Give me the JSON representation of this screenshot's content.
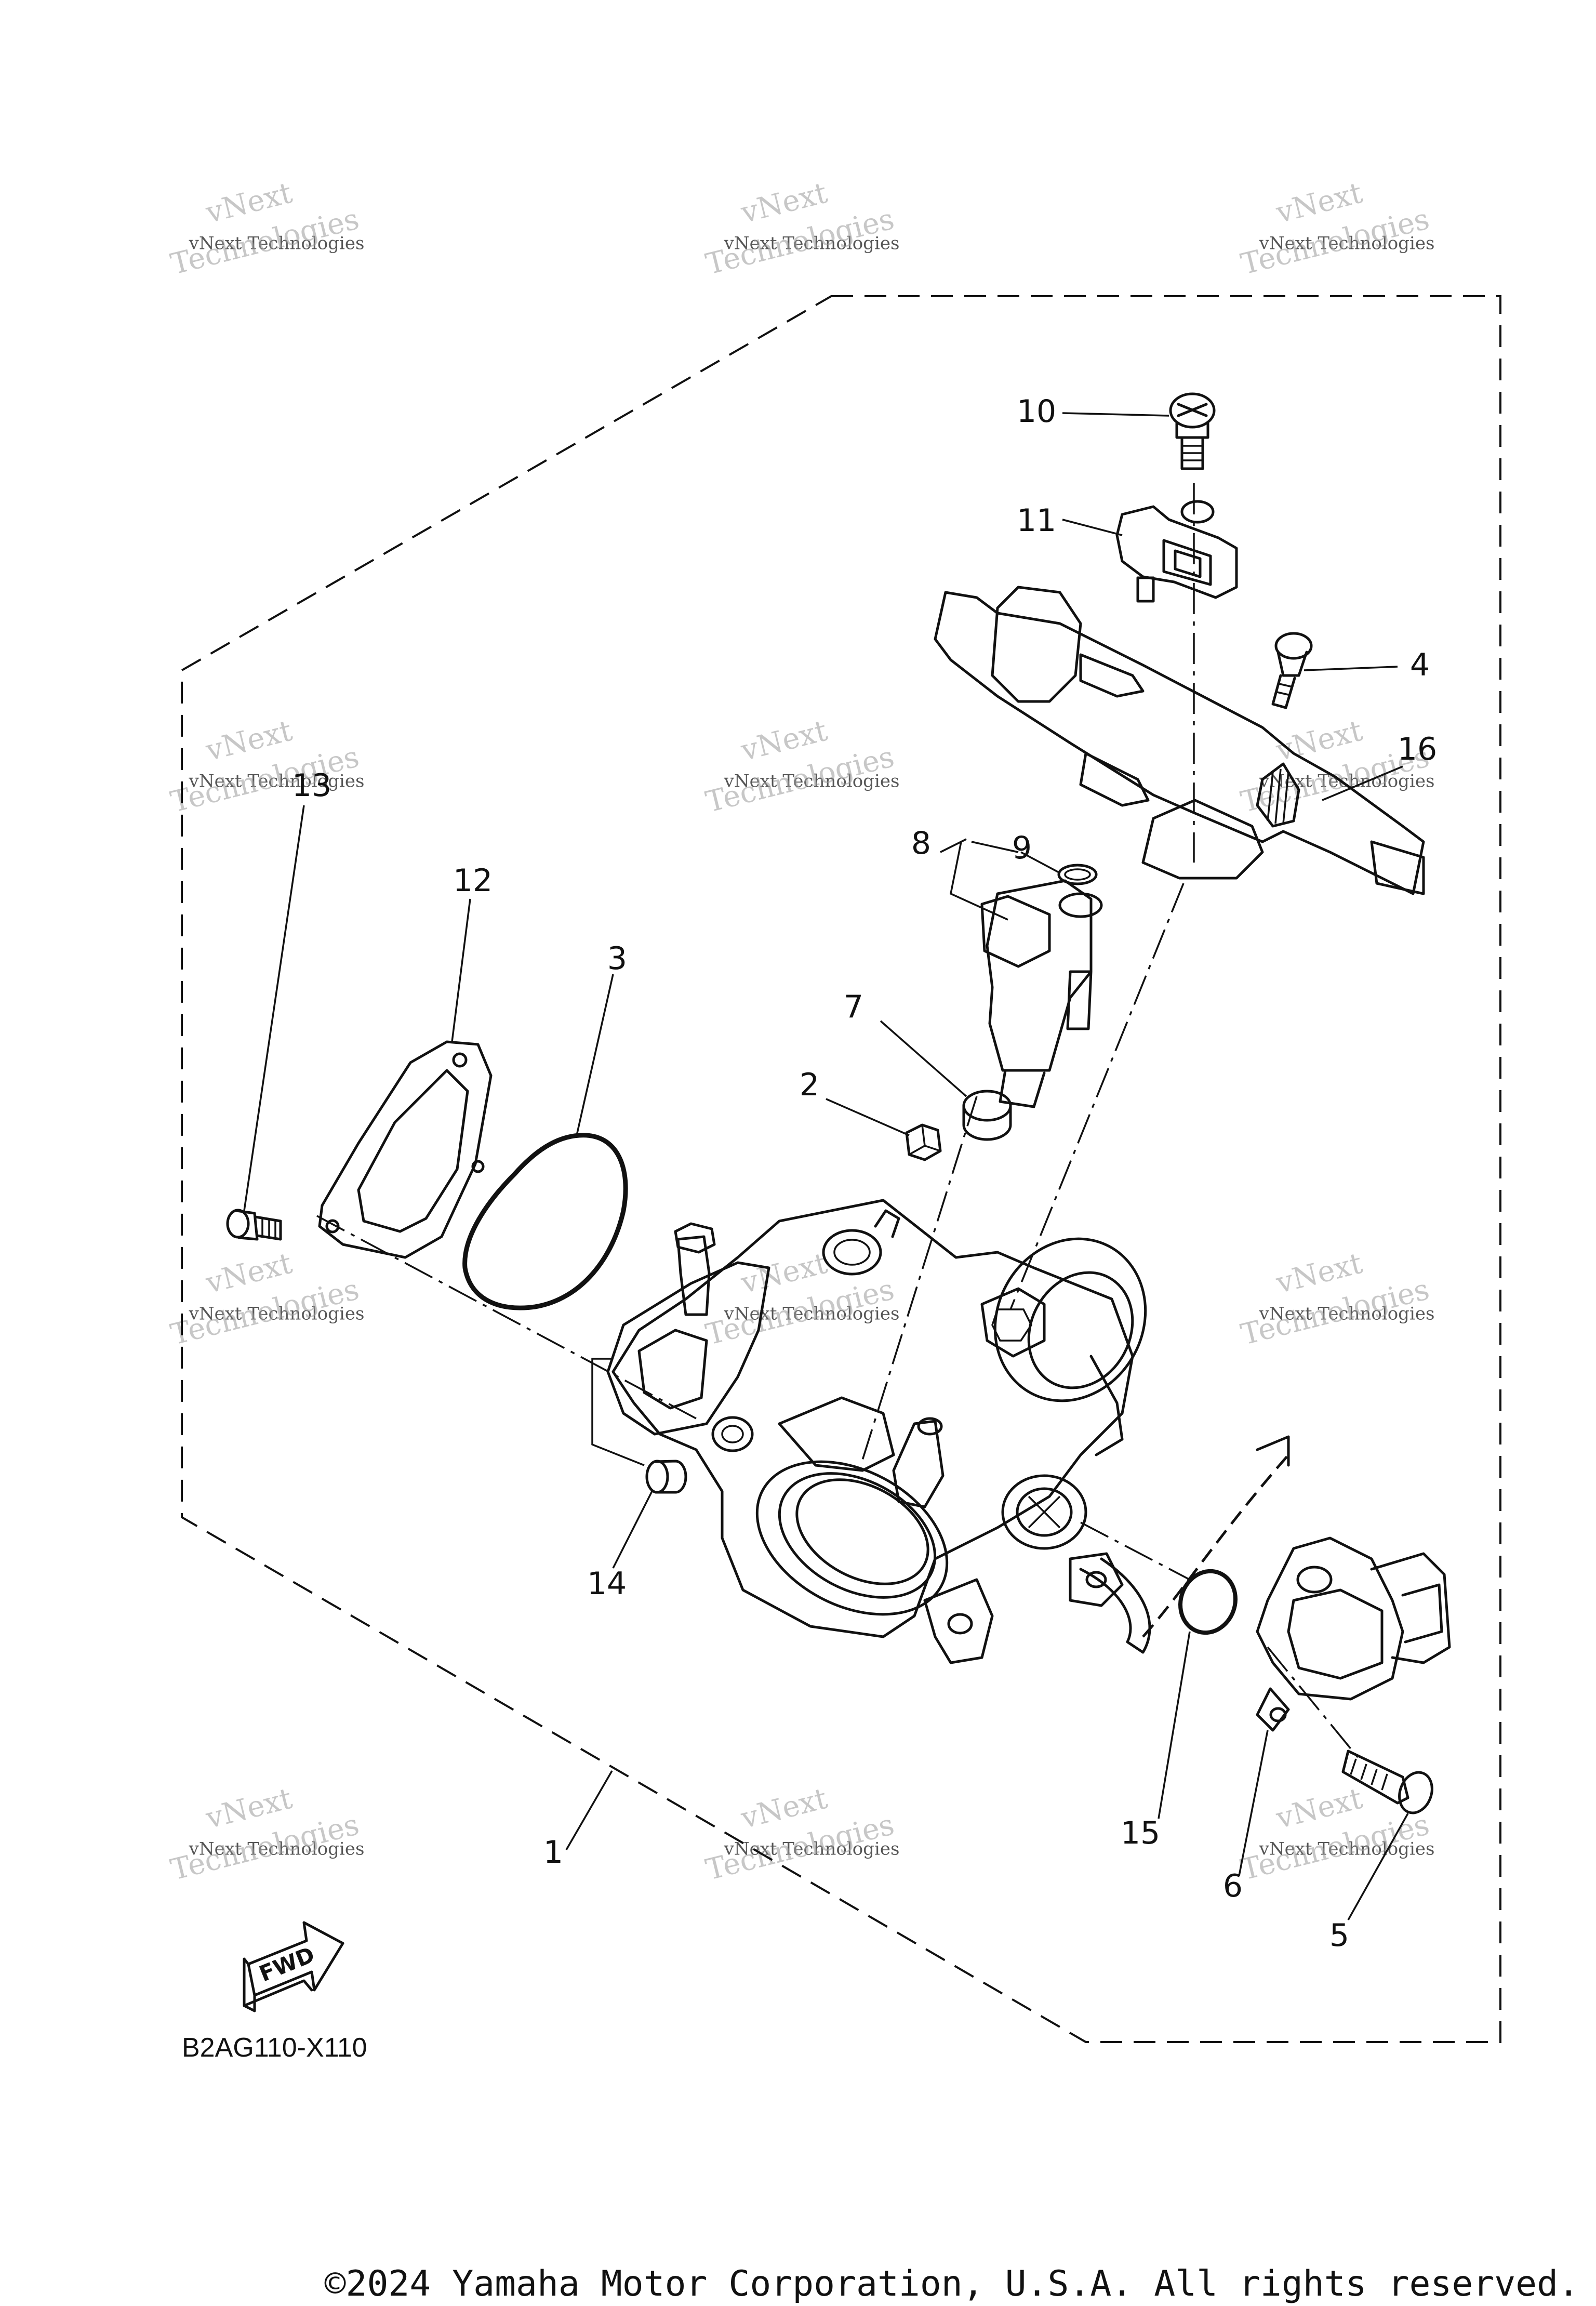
{
  "diagram": {
    "code": "B2AG110-X110",
    "copyright": "©2024 Yamaha Motor Corporation, U.S.A. All rights reserved.",
    "fwd_label": "FWD",
    "watermark": {
      "line1": "vNext",
      "line2": "vNext Technologies",
      "line3": "Technologies"
    },
    "callouts": [
      "1",
      "2",
      "3",
      "4",
      "5",
      "6",
      "7",
      "8",
      "9",
      "10",
      "11",
      "12",
      "13",
      "14",
      "15",
      "16"
    ]
  }
}
